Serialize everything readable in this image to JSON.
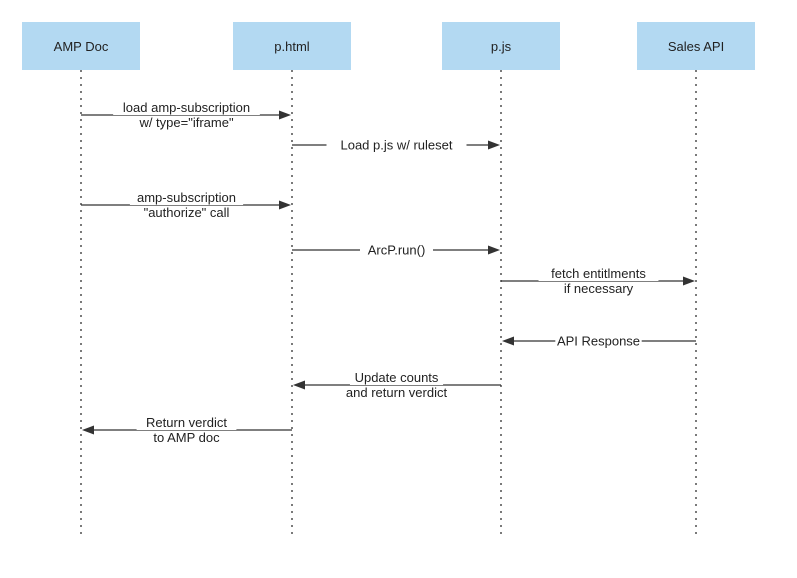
{
  "actors": [
    {
      "id": "amp_doc",
      "label": "AMP Doc"
    },
    {
      "id": "p_html",
      "label": "p.html"
    },
    {
      "id": "p_js",
      "label": "p.js"
    },
    {
      "id": "sales_api",
      "label": "Sales API"
    }
  ],
  "messages": [
    {
      "from": "amp_doc",
      "to": "p_html",
      "lines": [
        "load amp-subscription",
        "w/ type=\"iframe\""
      ]
    },
    {
      "from": "p_html",
      "to": "p_js",
      "lines": [
        "Load p.js w/ ruleset"
      ]
    },
    {
      "from": "amp_doc",
      "to": "p_html",
      "lines": [
        "amp-subscription",
        "\"authorize\" call"
      ]
    },
    {
      "from": "p_html",
      "to": "p_js",
      "lines": [
        "ArcP.run()"
      ]
    },
    {
      "from": "p_js",
      "to": "sales_api",
      "lines": [
        "fetch entitlments",
        "if necessary"
      ]
    },
    {
      "from": "sales_api",
      "to": "p_js",
      "lines": [
        "API Response"
      ]
    },
    {
      "from": "p_js",
      "to": "p_html",
      "lines": [
        "Update counts",
        "and return verdict"
      ]
    },
    {
      "from": "p_html",
      "to": "amp_doc",
      "lines": [
        "Return verdict",
        "to AMP doc"
      ]
    }
  ]
}
